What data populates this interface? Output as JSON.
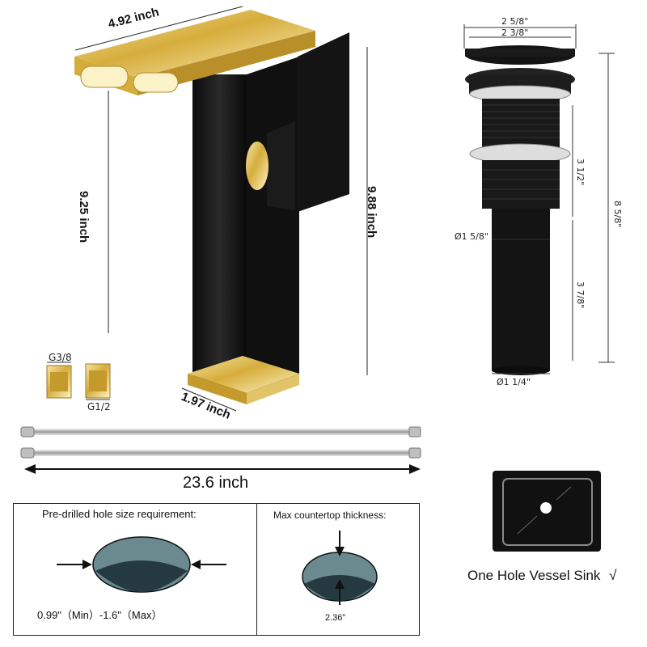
{
  "faucet": {
    "width_label": "4.92 inch",
    "height_left_label": "9.25 inch",
    "height_right_label": "9.88 inch",
    "base_label": "1.97 inch"
  },
  "adapters": {
    "top_label": "G3/8",
    "bottom_label": "G1/2"
  },
  "hoses": {
    "length_label": "23.6 inch"
  },
  "drain": {
    "outer_width": "2 5/8\"",
    "inner_width": "2 3/8\"",
    "upper_height": "3 1/2\"",
    "total_height": "8 5/8\"",
    "lower_height": "3 7/8\"",
    "mid_diameter": "Ø1 5/8\"",
    "bottom_diameter": "Ø1 1/4\""
  },
  "requirements": {
    "hole_title": "Pre-drilled hole size requirement:",
    "hole_size": "0.99\"（Min）-1.6\"（Max）",
    "counter_title": "Max countertop thickness:",
    "counter_value": "2.36\""
  },
  "sink": {
    "caption": "One Hole Vessel Sink",
    "check": "√"
  },
  "colors": {
    "black": "#161616",
    "gold": "#d9b54a",
    "steel": "#c8c8c8",
    "hole_fill": "#5f7f86"
  }
}
